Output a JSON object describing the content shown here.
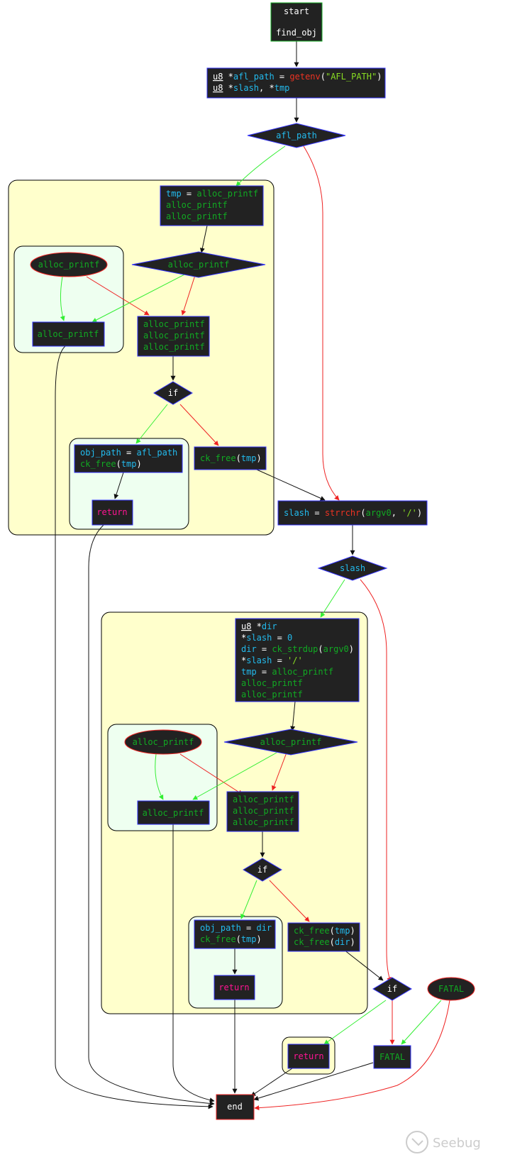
{
  "colors": {
    "node_fill": "#222222",
    "node_border": "#3333ff",
    "text_white": "#ffffff",
    "var_blue": "#22bbee",
    "func_green": "#11aa22",
    "func_red": "#ee3322",
    "string_green": "#88dd22",
    "return_pink": "#ff1493",
    "edge_true": "#33ee33",
    "edge_false": "#ee2222",
    "edge_plain": "#111111",
    "cluster_yellow": "#ffffcc",
    "cluster_green": "#eefff0"
  },
  "nodes": {
    "start": {
      "line1": "start",
      "line2": "find_obj"
    },
    "decl": {
      "l1_type": "u8",
      "l1_ptr": " *",
      "l1_var": "afl_path",
      "l1_eq": " = ",
      "l1_fn": "getenv",
      "l1_open": "(",
      "l1_str": "\"AFL_PATH\"",
      "l1_close": ")",
      "l2_type": "u8",
      "l2_ptr": " *",
      "l2_var1": "slash",
      "l2_sep": ", *",
      "l2_var2": "tmp"
    },
    "d_afl_path": "afl_path",
    "tmp_block": {
      "l1_var": "tmp",
      "l1_eq": " = ",
      "l1_fn": "alloc_printf",
      "l2": "alloc_printf",
      "l3": "alloc_printf"
    },
    "c1_ellipse": "alloc_printf",
    "c1_diamond": "alloc_printf",
    "c1_box_left": "alloc_printf",
    "c1_box_mid": {
      "l1": "alloc_printf",
      "l2": "alloc_printf",
      "l3": "alloc_printf"
    },
    "c1_if": "if",
    "c1_objpath": {
      "l1_var": "obj_path",
      "l1_eq": " = ",
      "l1_val": "afl_path",
      "l2_fn": "ck_free",
      "l2_open": "(",
      "l2_arg": "tmp",
      "l2_close": ")"
    },
    "c1_ckfree": {
      "fn": "ck_free",
      "open": "(",
      "arg": "tmp",
      "close": ")"
    },
    "c1_return": "return",
    "slash_assign": {
      "var": "slash",
      "eq": " = ",
      "fn": "strrchr",
      "open": "(",
      "arg1": "argv0",
      "sep": ", ",
      "arg2": "'/'",
      "close": ")"
    },
    "d_slash": "slash",
    "dir_block": {
      "l1_type": "u8",
      "l1_ptr": " *",
      "l1_var": "dir",
      "l2_a": "*",
      "l2_var": "slash",
      "l2_eq": " = ",
      "l2_val": "0",
      "l3_var": "dir",
      "l3_eq": " = ",
      "l3_fn": "ck_strdup",
      "l3_open": "(",
      "l3_arg": "argv0",
      "l3_close": ")",
      "l4_a": "*",
      "l4_var": "slash",
      "l4_eq": " = ",
      "l4_val": "'/'",
      "l5_var": "tmp",
      "l5_eq": " = ",
      "l5_fn": "alloc_printf",
      "l6": "alloc_printf",
      "l7": "alloc_printf"
    },
    "c2_ellipse": "alloc_printf",
    "c2_diamond": "alloc_printf",
    "c2_box_left": "alloc_printf",
    "c2_box_mid": {
      "l1": "alloc_printf",
      "l2": "alloc_printf",
      "l3": "alloc_printf"
    },
    "c2_if": "if",
    "c2_objpath": {
      "l1_var": "obj_path",
      "l1_eq": " = ",
      "l1_val": "dir",
      "l2_fn": "ck_free",
      "l2_open": "(",
      "l2_arg": "tmp",
      "l2_close": ")"
    },
    "c2_ckfree": {
      "l1_fn": "ck_free",
      "l1_open": "(",
      "l1_arg": "tmp",
      "l1_close": ")",
      "l2_fn": "ck_free",
      "l2_open": "(",
      "l2_arg": "dir",
      "l2_close": ")"
    },
    "c2_return": "return",
    "if_final": "if",
    "fatal_ellipse": "FATAL",
    "fatal_box": "FATAL",
    "return_final": "return",
    "end": "end"
  },
  "watermark": "Seebug"
}
